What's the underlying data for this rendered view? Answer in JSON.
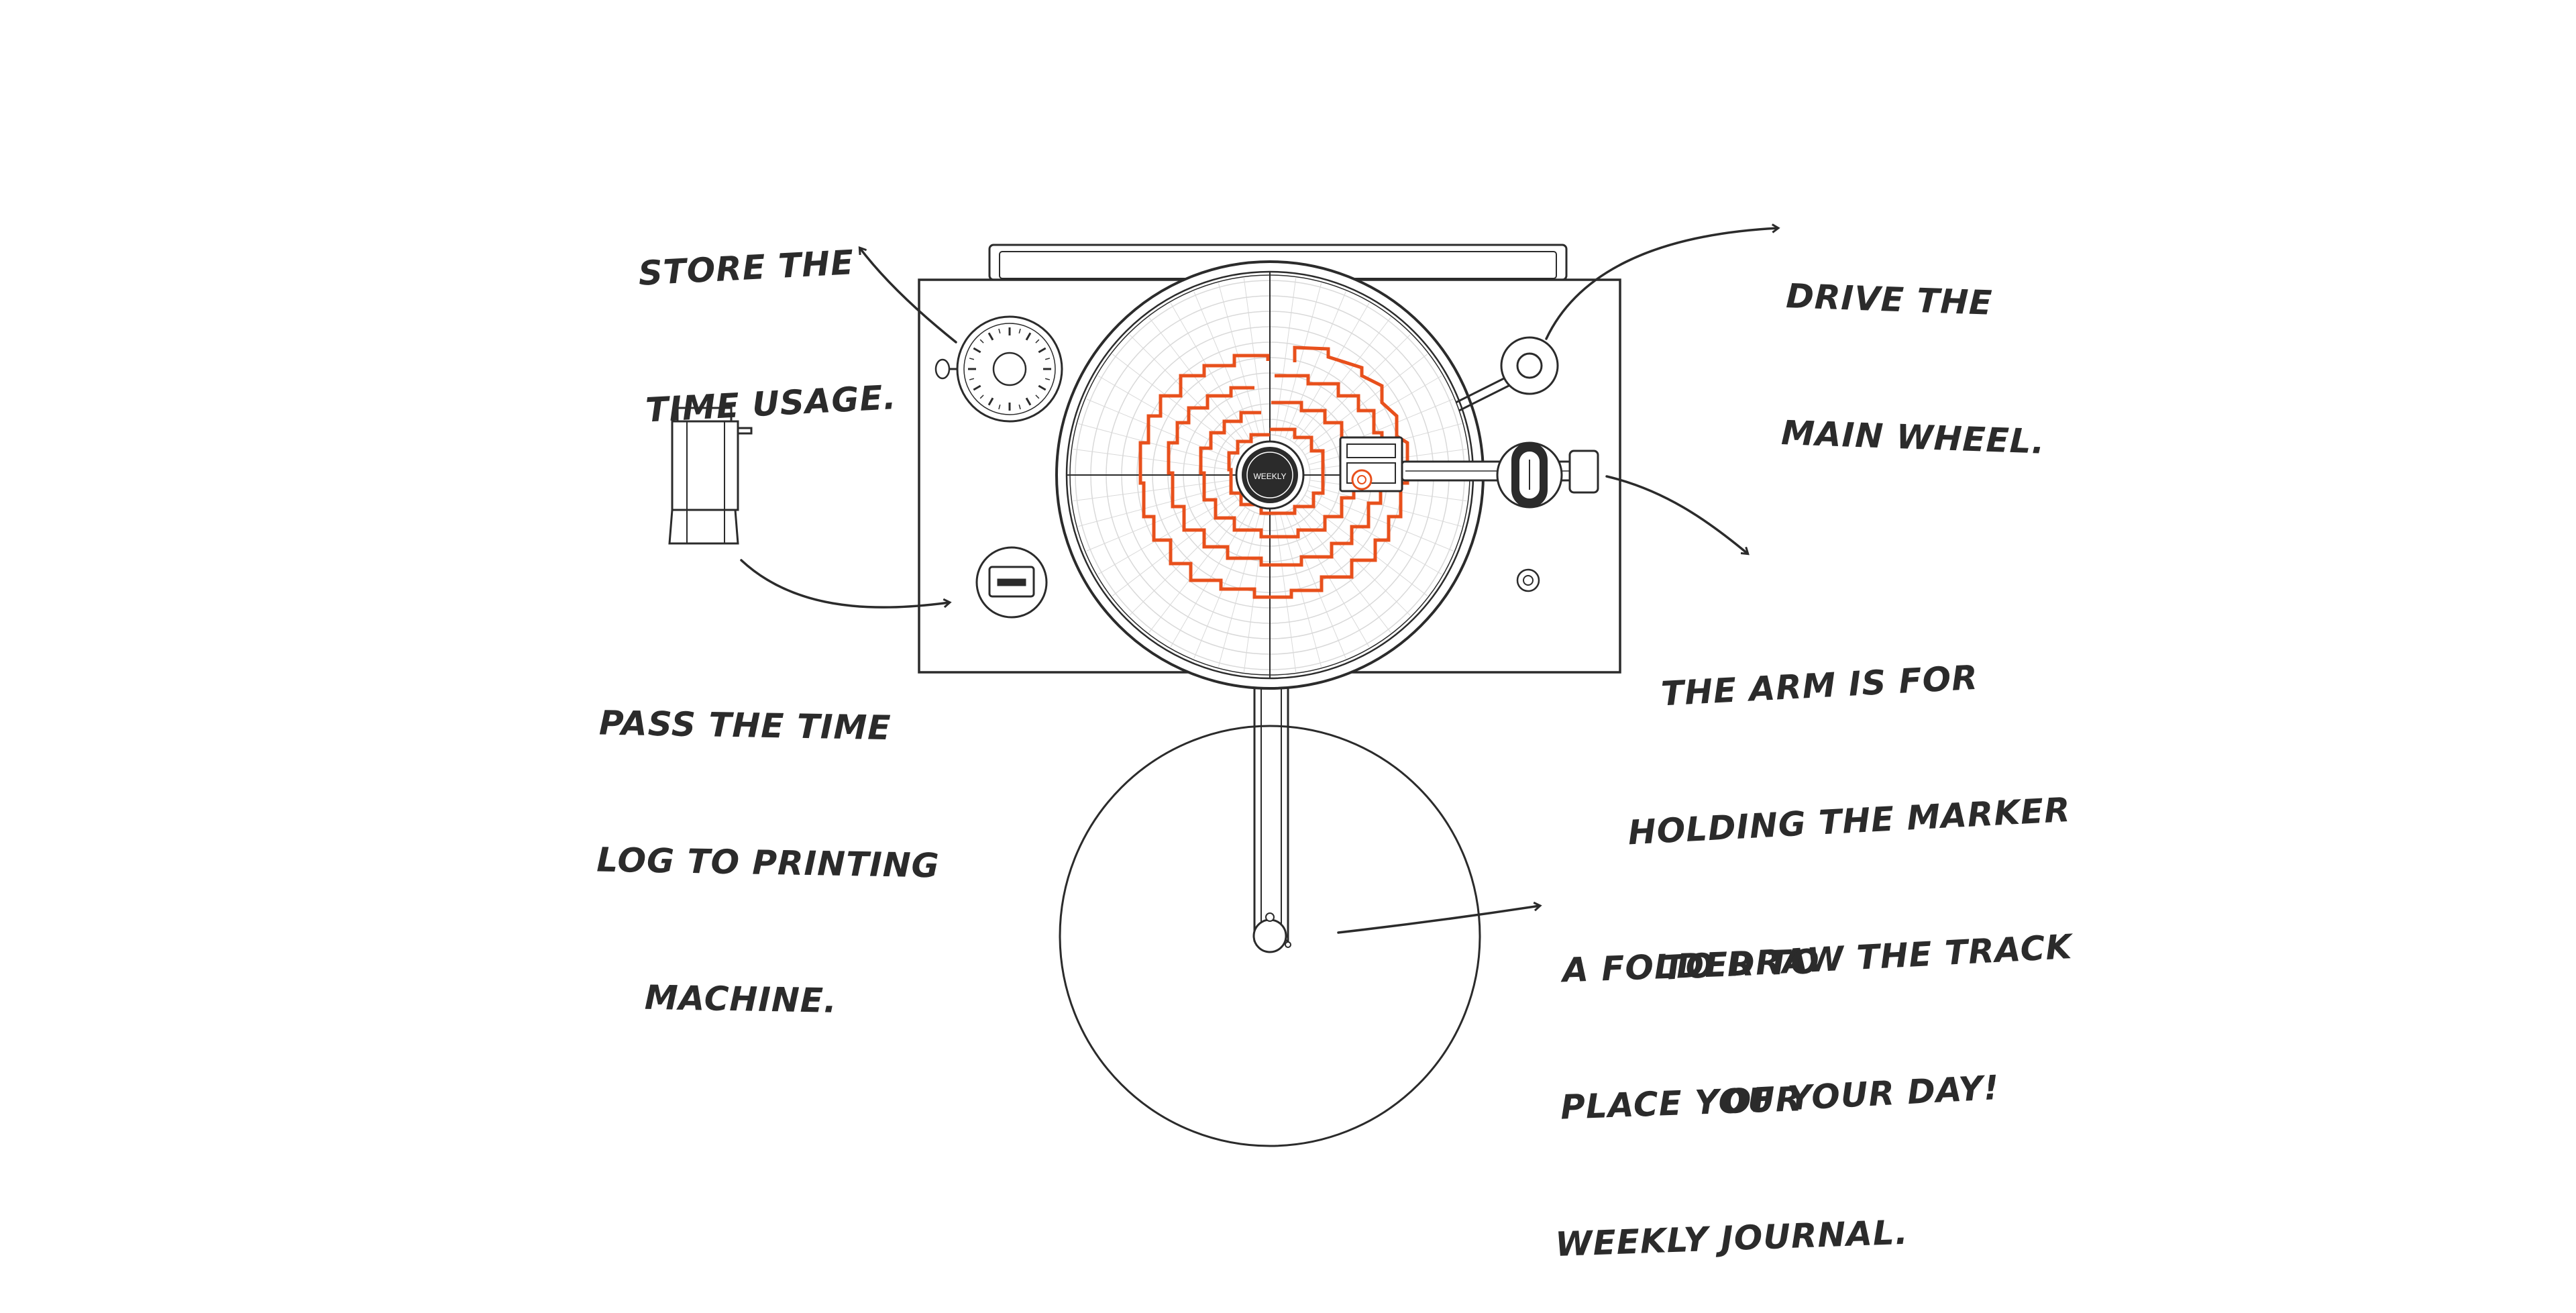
{
  "annotations": {
    "store_time": {
      "lines": [
        "STORE THE",
        "TIME USAGE."
      ]
    },
    "drive_wheel": {
      "lines": [
        "DRIVE THE",
        "MAIN WHEEL."
      ]
    },
    "pass_log": {
      "lines": [
        "PASS THE TIME",
        "LOG TO PRINTING",
        "MACHINE."
      ]
    },
    "arm": {
      "lines": [
        "THE ARM IS FOR",
        "HOLDING THE MARKER",
        "TO DRAW THE TRACK",
        "OF YOUR DAY!"
      ]
    },
    "folder": {
      "lines": [
        "A FOLDER TO",
        "PLACE YOUR",
        "WEEKLY JOURNAL."
      ]
    }
  },
  "turntable": {
    "center_label": "WEEKLY"
  },
  "colors": {
    "ink": "#2b2b2b",
    "track": "#e8501c",
    "grid": "#d9d9d9",
    "background": "#ffffff"
  }
}
